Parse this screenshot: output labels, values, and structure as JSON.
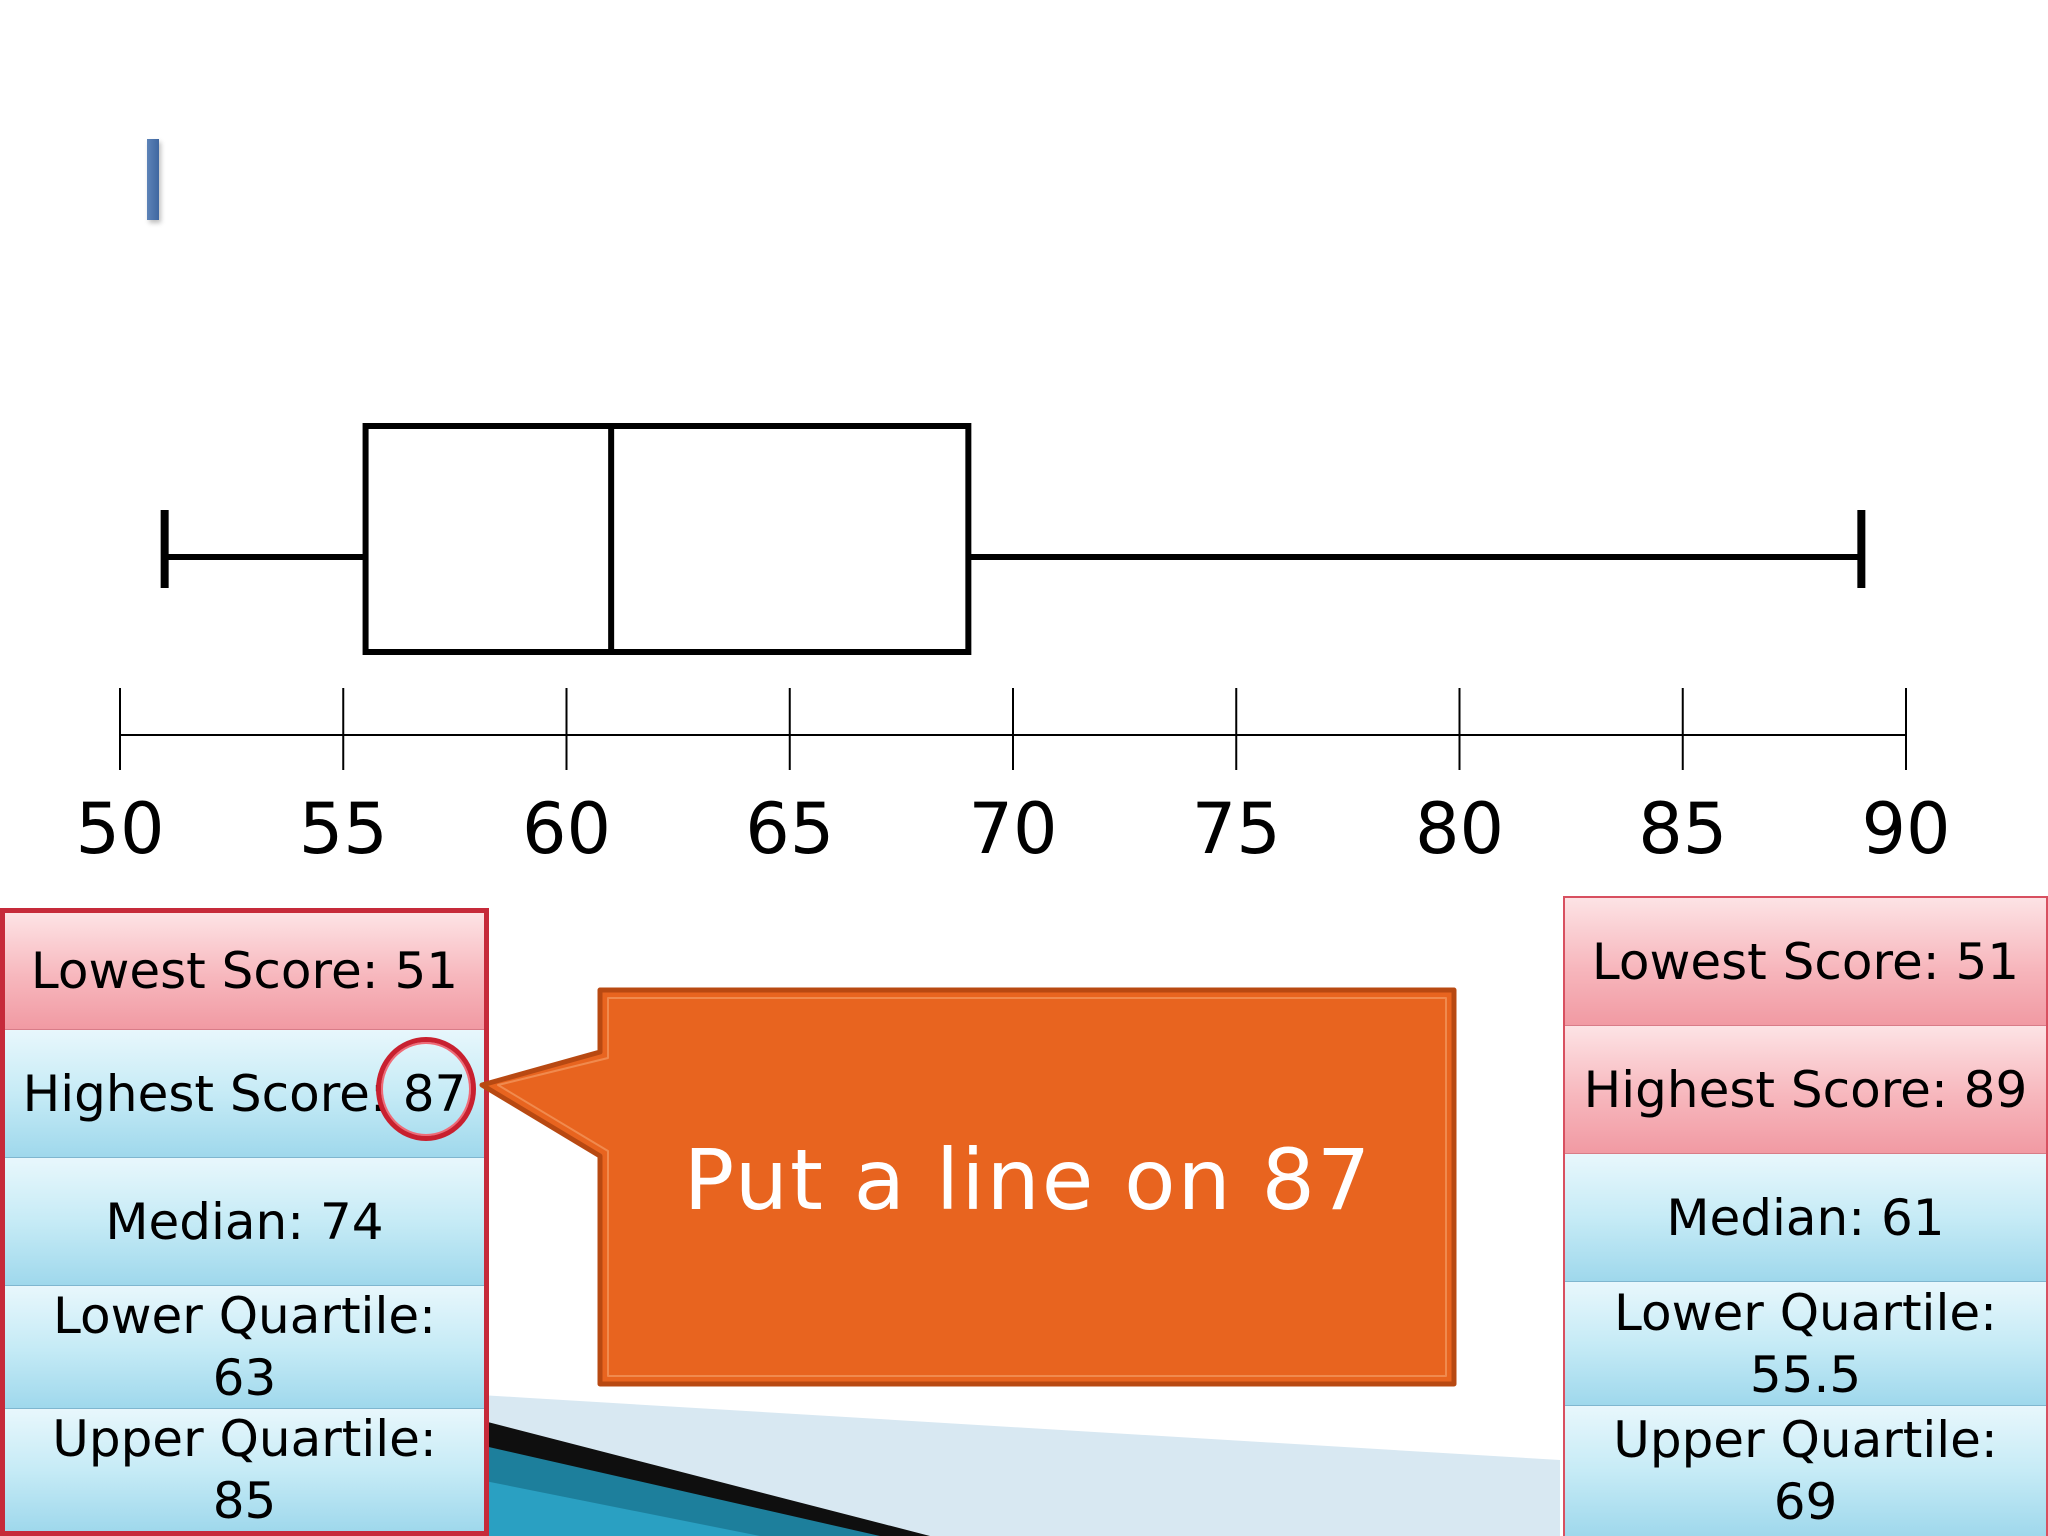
{
  "chart_data": {
    "type": "box",
    "xlim": [
      50,
      90
    ],
    "ticks": [
      50,
      55,
      60,
      65,
      70,
      75,
      80,
      85,
      90
    ],
    "tick_labels": [
      "50",
      "55",
      "60",
      "65",
      "70",
      "75",
      "80",
      "85",
      "90"
    ],
    "whisker_low": 51,
    "lower_quartile": 55.5,
    "median": 61,
    "upper_quartile": 69,
    "whisker_high": 89
  },
  "left_panel": {
    "lowest": "Lowest Score: 51",
    "highest_prefix": "Highest Score: ",
    "highest_value": "87",
    "median": "Median: 74",
    "lower_quartile": "Lower Quartile:\n63",
    "upper_quartile": "Upper Quartile:\n85"
  },
  "right_panel": {
    "lowest": "Lowest Score: 51",
    "highest": "Highest Score: 89",
    "median": "Median: 61",
    "lower_quartile": "Lower Quartile:\n55.5",
    "upper_quartile": "Upper Quartile:\n69"
  },
  "callout": {
    "text": "Put a line on 87"
  },
  "colors": {
    "callout_fill": "#e8641f",
    "callout_border": "#b84912",
    "panel_pink": "#f7b7bd",
    "panel_blue": "#c6ebf6",
    "highlight_red": "#c8202f",
    "title_accent": "#4a70a8"
  }
}
